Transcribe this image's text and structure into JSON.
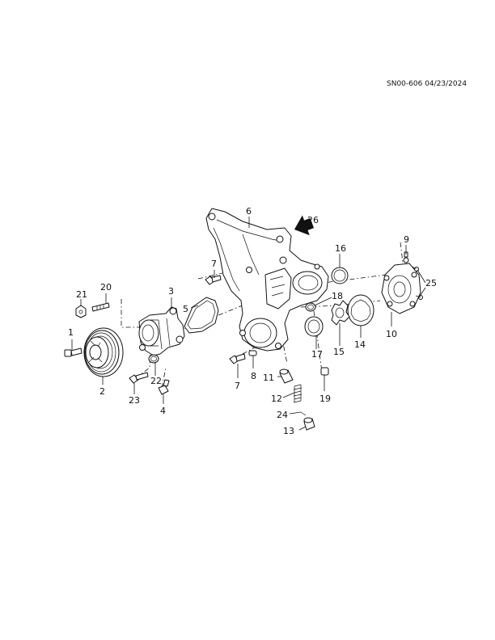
{
  "document": {
    "id": "SN00-606",
    "date": "04/23/2024"
  },
  "callouts": [
    {
      "id": "c1",
      "label": "1"
    },
    {
      "id": "c2",
      "label": "2"
    },
    {
      "id": "c3",
      "label": "3"
    },
    {
      "id": "c4",
      "label": "4"
    },
    {
      "id": "c5",
      "label": "5"
    },
    {
      "id": "c6",
      "label": "6"
    },
    {
      "id": "c7a",
      "label": "7"
    },
    {
      "id": "c7b",
      "label": "7"
    },
    {
      "id": "c8",
      "label": "8"
    },
    {
      "id": "c9",
      "label": "9"
    },
    {
      "id": "c10",
      "label": "10"
    },
    {
      "id": "c11",
      "label": "11"
    },
    {
      "id": "c12",
      "label": "12"
    },
    {
      "id": "c13",
      "label": "13"
    },
    {
      "id": "c14",
      "label": "14"
    },
    {
      "id": "c15",
      "label": "15"
    },
    {
      "id": "c16",
      "label": "16"
    },
    {
      "id": "c17",
      "label": "17"
    },
    {
      "id": "c18",
      "label": "18"
    },
    {
      "id": "c19",
      "label": "19"
    },
    {
      "id": "c20",
      "label": "20"
    },
    {
      "id": "c21",
      "label": "21"
    },
    {
      "id": "c22",
      "label": "22"
    },
    {
      "id": "c23",
      "label": "23"
    },
    {
      "id": "c24",
      "label": "24"
    },
    {
      "id": "c25",
      "label": "25"
    },
    {
      "id": "c26",
      "label": "26"
    }
  ]
}
